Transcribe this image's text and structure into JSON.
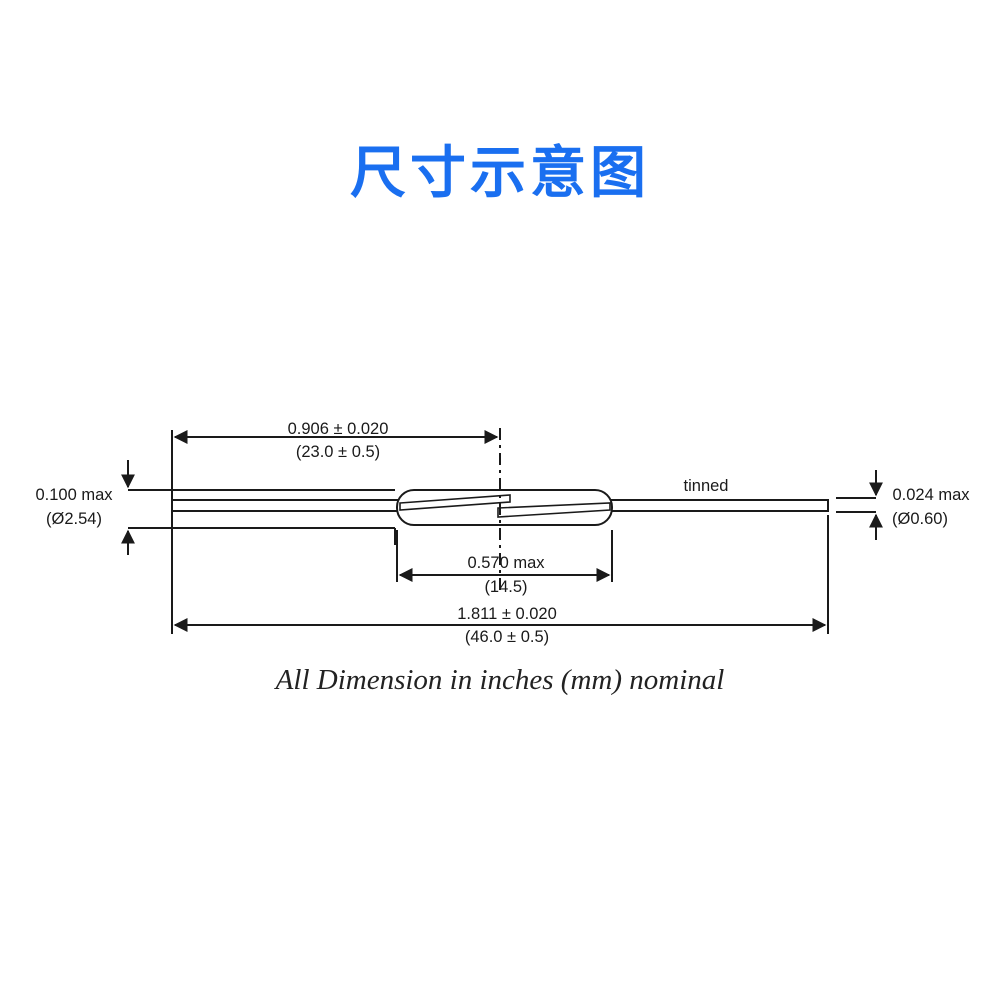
{
  "title": "尺寸示意图",
  "colors": {
    "title": "#1a6ff0",
    "line": "#1a1a1a"
  },
  "dimensions": {
    "contact_length": {
      "inch": "0.906 ± 0.020",
      "mm": "(23.0 ± 0.5)"
    },
    "glass_diameter": {
      "inch": "0.100 max",
      "mm": "(Ø2.54)"
    },
    "glass_length": {
      "inch": "0.570 max",
      "mm": "(14.5)"
    },
    "overall_length": {
      "inch": "1.811 ± 0.020",
      "mm": "(46.0 ± 0.5)"
    },
    "lead_diameter": {
      "inch": "0.024 max",
      "mm": "(Ø0.60)"
    }
  },
  "lead_note": "tinned",
  "footnote": "All Dimension in inches (mm) nominal"
}
